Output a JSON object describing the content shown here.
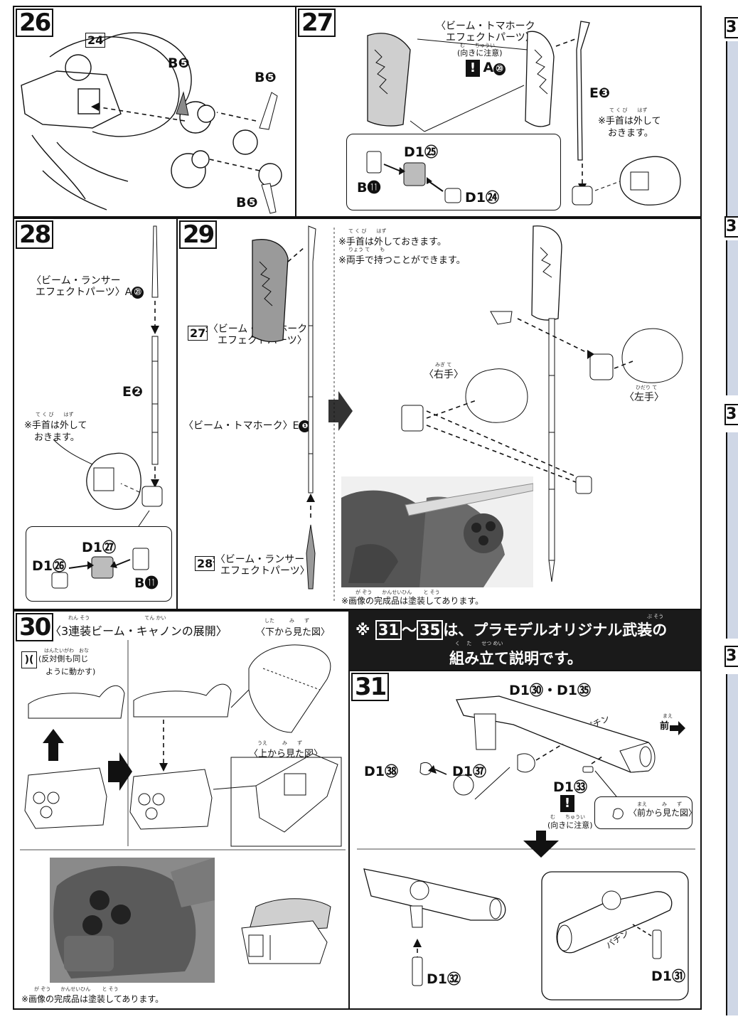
{
  "steps": {
    "s26": {
      "number": "26",
      "ref": "24",
      "labels": [
        "B❺",
        "B❺",
        "B❺"
      ]
    },
    "s27": {
      "number": "27",
      "title_line1": "〈ビーム・トマホーク",
      "title_line2": "エフェクトパーツ〉",
      "note_ruby": "む　　ちゅうい",
      "note": "(向きに注意)",
      "warn": "!",
      "part_a": "A",
      "part_a_num": "⑳",
      "part_e": "E❸",
      "wrist_ruby": "て く び　　はず",
      "wrist_line1": "※手首は外して",
      "wrist_line2": "おきます。",
      "sub_d1_25": "D1㉕",
      "sub_b11": "B⓫",
      "sub_d1_24": "D1㉔"
    },
    "s28": {
      "number": "28",
      "title_line1": "〈ビーム・ランサー",
      "title_line2": "エフェクトパーツ〉A",
      "title_num": "㉑",
      "part_e": "E❷",
      "wrist_ruby": "て く び　　はず",
      "wrist_line1": "※手首は外して",
      "wrist_line2": "おきます。",
      "sub_d1_27": "D1㉗",
      "sub_d1_26": "D1㉖",
      "sub_b11": "B⓫"
    },
    "s29": {
      "number": "29",
      "ref27": "27",
      "ref27_line1": ":〈ビーム・トマホーク",
      "ref27_line2": "エフェクトパーツ〉",
      "tomahawk": "〈ビーム・トマホーク〉E",
      "tomahawk_num": "❶",
      "ref28": "28",
      "ref28_line1": ":〈ビーム・ランサー",
      "ref28_line2": "エフェクトパーツ〉",
      "note_ruby1": "て く び　　はず",
      "note1": "※手首は外しておきます。",
      "note_ruby2": "りょう て　　も",
      "note2": "※両手で持つことができます。",
      "right_hand_ruby": "みぎ て",
      "right_hand": "〈右手〉",
      "left_hand_ruby": "ひだり て",
      "left_hand": "〈左手〉",
      "photo_ruby": "が ぞう　　かんせいひん　　 と そう",
      "photo_note": "※画像の完成品は塗装してあります。"
    },
    "s30": {
      "number": "30",
      "title_ruby": "れん そう　　　　　　　　　　　てん かい",
      "title": "〈3連装ビーム・キャノンの展開〉",
      "side_ruby": "はんたいがわ　おな",
      "side_line1": "(反対側も同じ",
      "side_line2": "ように動かす)",
      "below_ruby": "した　　　み　　ず",
      "below": "〈下から見た図〉",
      "above_ruby": "うえ　　　み　　ず",
      "above": "〈上から見た図〉",
      "photo_ruby": "が ぞう　　かんせいひん　　 と そう",
      "photo_note": "※画像の完成品は塗装してあります。"
    },
    "banner": {
      "mark": "※",
      "from": "31",
      "tilde": "～",
      "to": "35",
      "line1": "は、プラモデルオリジナル武装の",
      "line2": "組み立て説明です。",
      "ruby1": "ぶ そう",
      "ruby2": "く　 た　　せつ めい"
    },
    "s31": {
      "number": "31",
      "parts_top": "D1㉚・D1㉟",
      "front_ruby": "まえ",
      "front": "前",
      "pachin": "パチン",
      "d1_38": "D1㊳",
      "d1_37": "D1㊲",
      "d1_33": "D1㉝",
      "warn": "!",
      "note_ruby": "む　　ちゅうい",
      "note": "(向きに注意)",
      "front_view_ruby": "まえ　　　み　　ず",
      "front_view": "〈前から見た図〉",
      "d1_31": "D1㉛",
      "d1_32": "D1㉜",
      "pachin2": "パチン"
    }
  },
  "edge": {
    "numbers": [
      "3",
      "3",
      "3",
      "3"
    ]
  }
}
